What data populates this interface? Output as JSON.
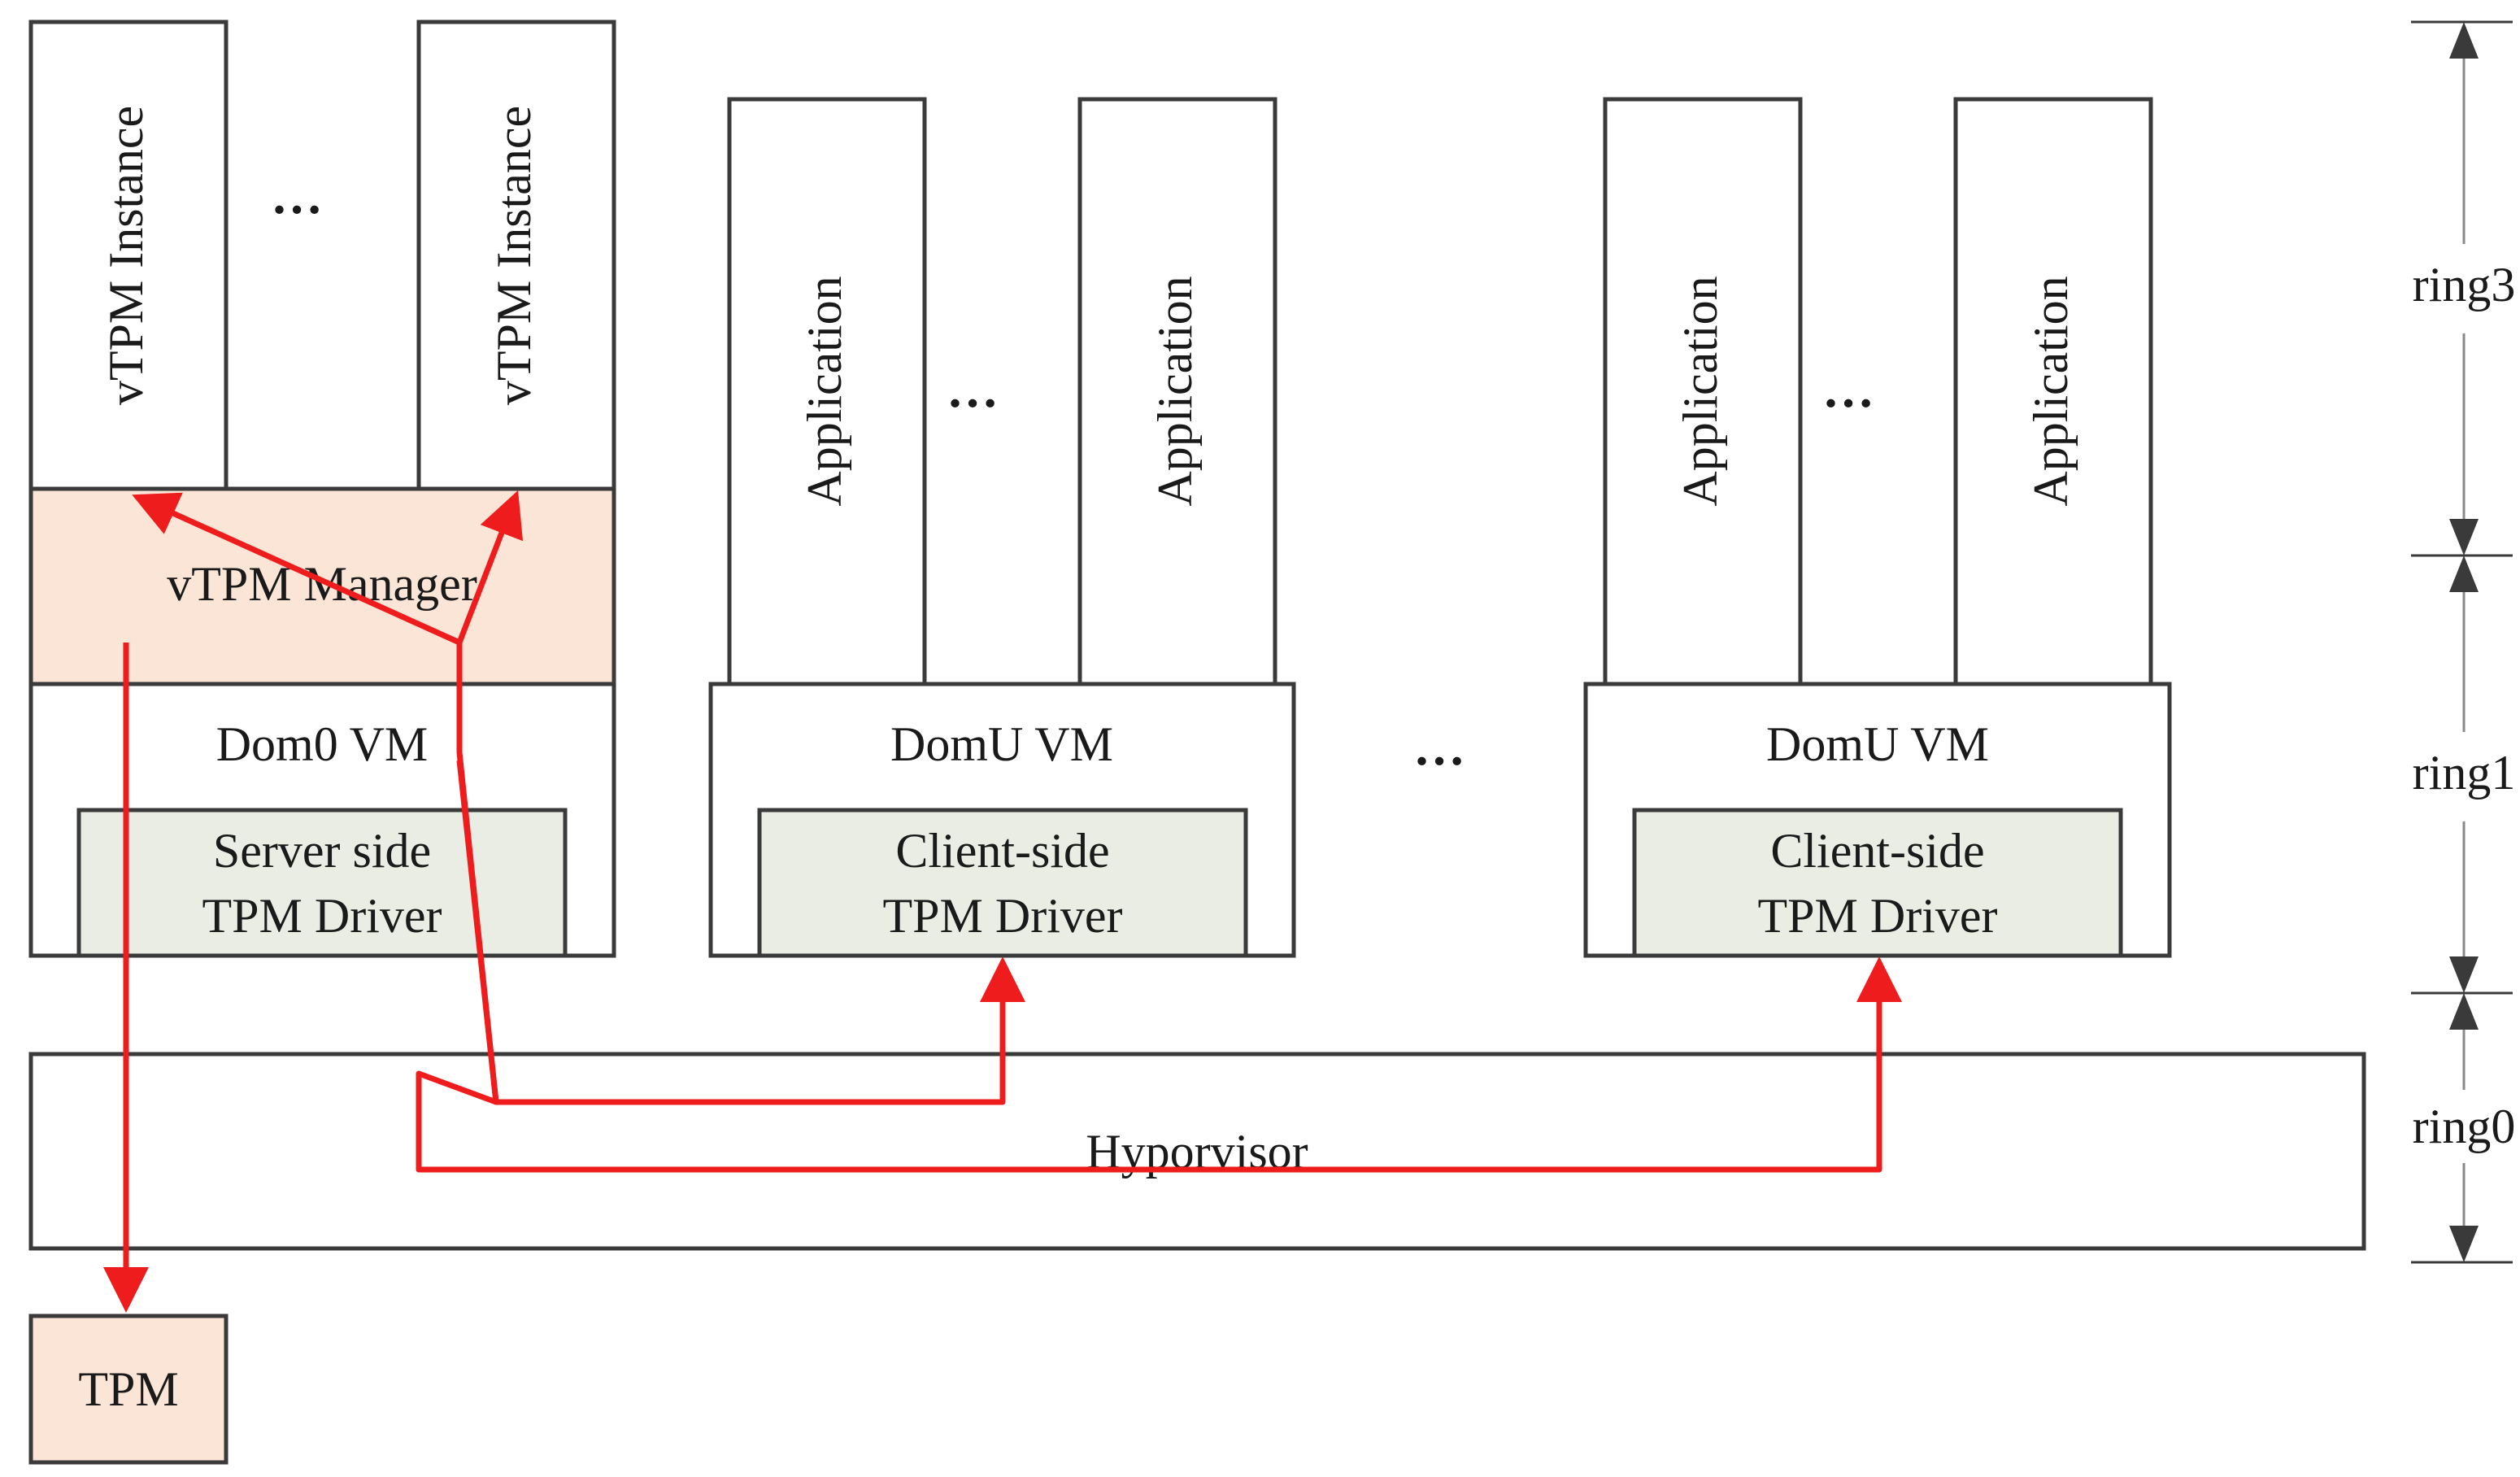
{
  "dom0": {
    "vtpm_instance_1": "vTPM Instance",
    "vtpm_instance_2": "vTPM Instance",
    "ellipsis": "…",
    "manager": "vTPM Manager",
    "vm": "Dom0 VM",
    "driver_line1": "Server side",
    "driver_line2": "TPM Driver"
  },
  "domu_1": {
    "app_1": "Application",
    "app_2": "Application",
    "ellipsis": "…",
    "vm": "DomU VM",
    "driver_line1": "Client-side",
    "driver_line2": "TPM Driver"
  },
  "domu_2": {
    "app_1": "Application",
    "app_2": "Application",
    "ellipsis": "…",
    "vm": "DomU VM",
    "driver_line1": "Client-side",
    "driver_line2": "TPM Driver"
  },
  "between_vms_ellipsis": "…",
  "hypervisor": "Hyporvisor",
  "tpm": "TPM",
  "rings": {
    "ring3": "ring3",
    "ring1": "ring1",
    "ring0": "ring0"
  },
  "colors": {
    "arrow": "#ee1c1c",
    "manager_fill": "#fbe5d6",
    "driver_fill": "#e9ede4",
    "tpm_fill": "#fbe5d6"
  }
}
